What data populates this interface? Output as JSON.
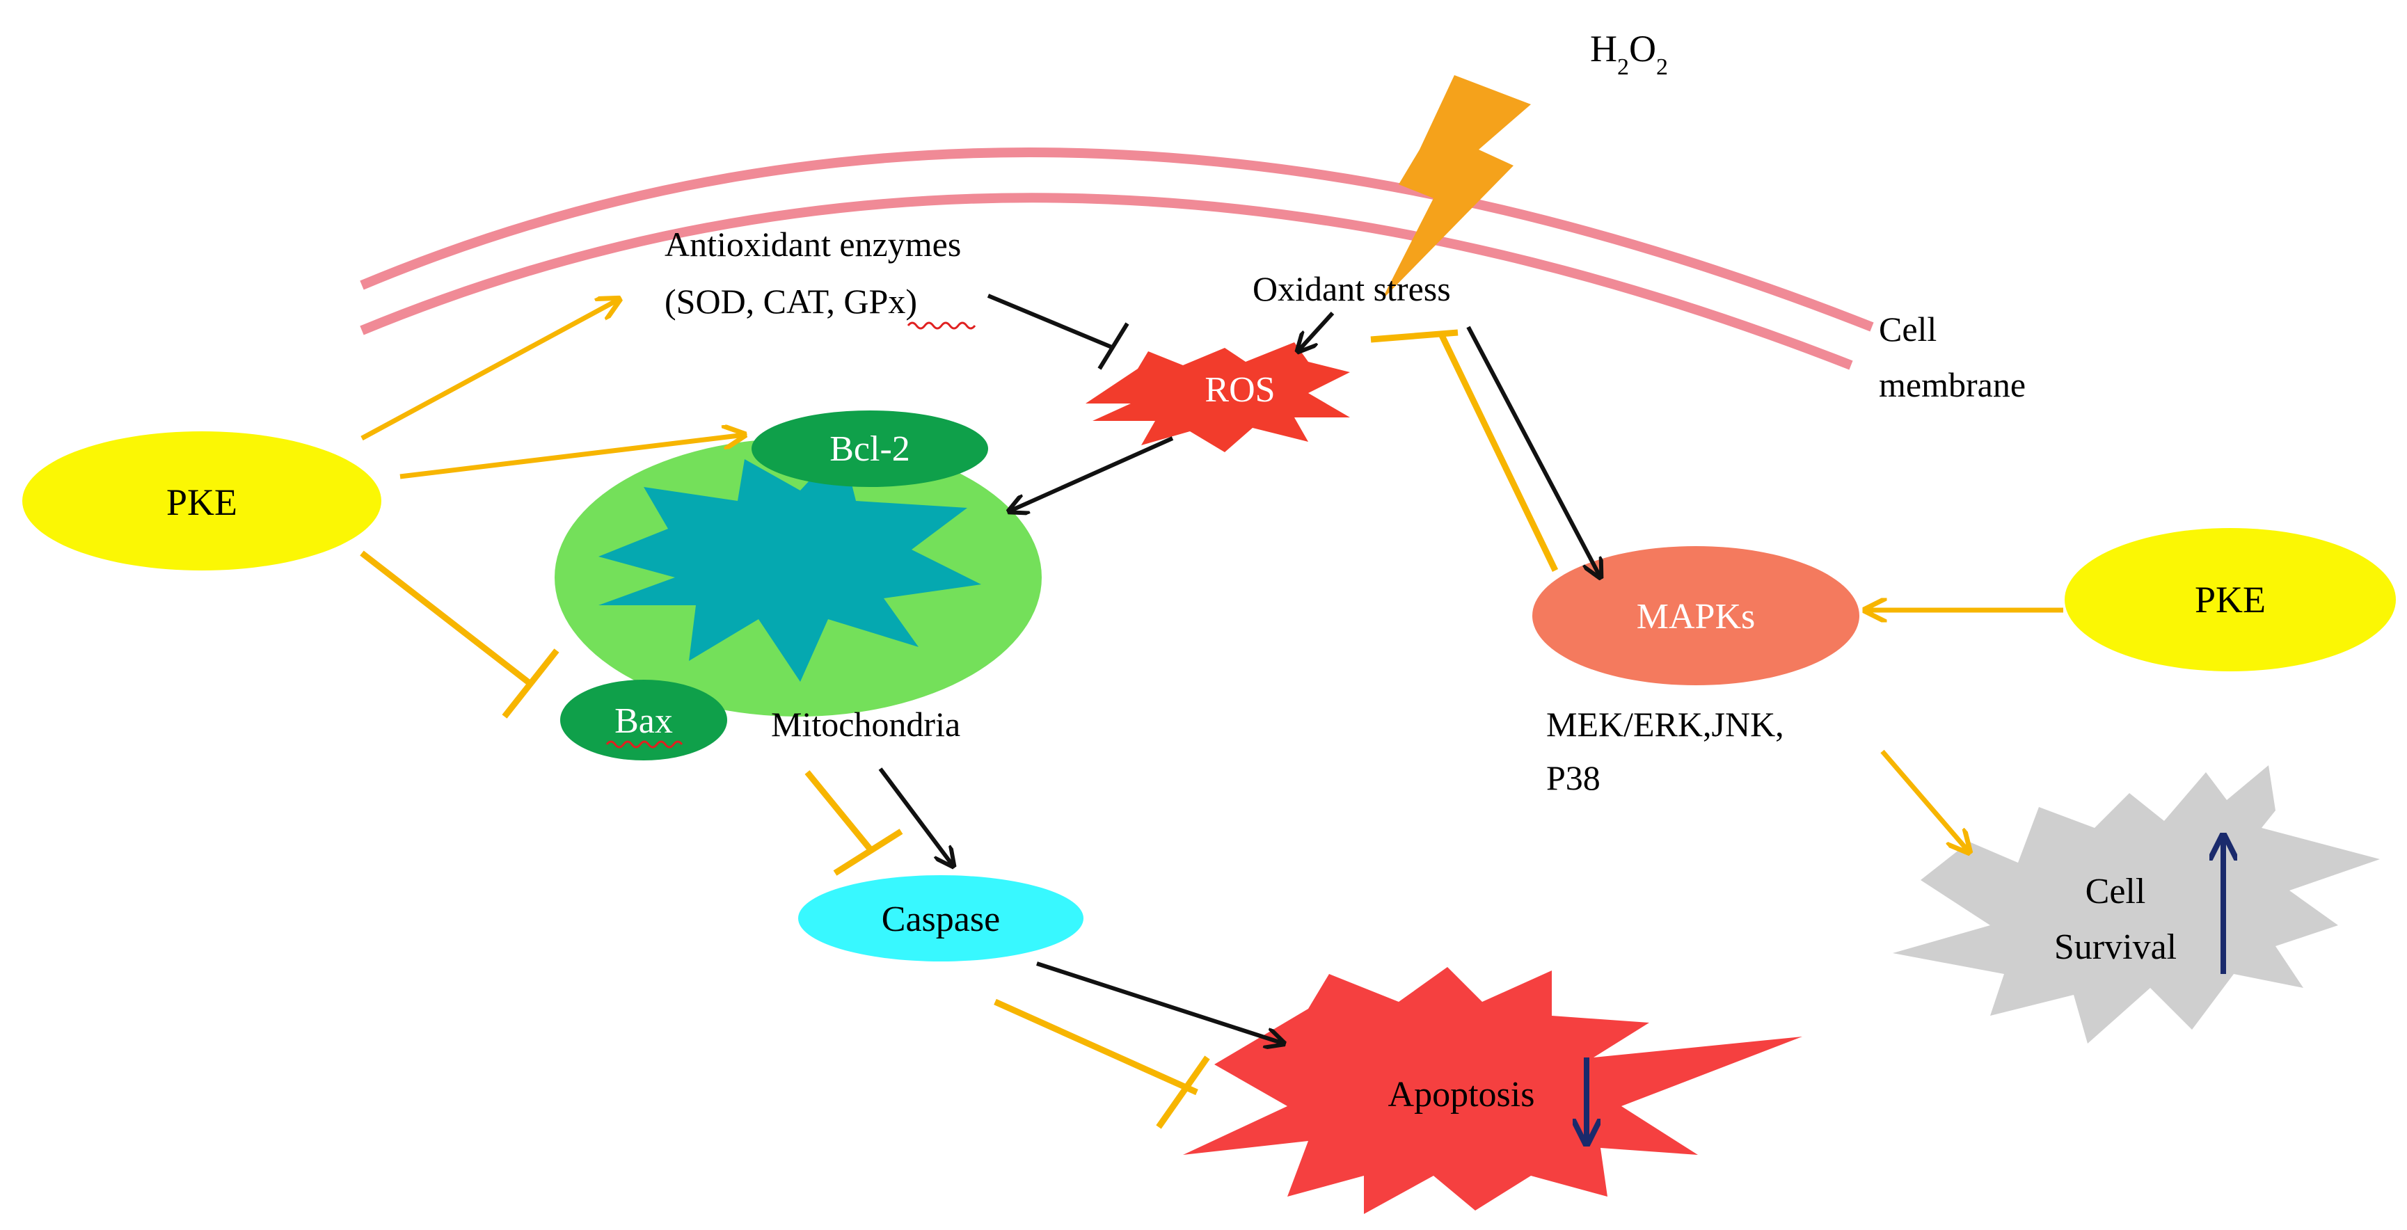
{
  "labels": {
    "h2o2_h": "H",
    "h2o2_sub1": "2",
    "h2o2_o": "O",
    "h2o2_sub2": "2",
    "antioxidant_line1": "Antioxidant enzymes",
    "antioxidant_line2": "(SOD, CAT, GPx)",
    "oxidant_stress": "Oxidant stress",
    "cell_line1": "Cell",
    "cell_line2": "membrane",
    "ros": "ROS",
    "pke_left": "PKE",
    "pke_right": "PKE",
    "bcl2": "Bcl-2",
    "bax": "Bax",
    "mitochondria": "Mitochondria",
    "mapks": "MAPKs",
    "mapk_line1": "MEK/ERK,JNK,",
    "mapk_line2": "P38",
    "caspase": "Caspase",
    "apoptosis": "Apoptosis",
    "survival_line1": "Cell",
    "survival_line2": "Survival"
  },
  "colors": {
    "membrane": "#f08a96",
    "lightning": "#f5a21b",
    "pke": "#fbf704",
    "ros": "#f23c2c",
    "mito_outer": "#74e05a",
    "mito_inner": "#05a8b0",
    "bcl2_bax": "#0fa04a",
    "mapks": "#f47a5e",
    "caspase": "#38f8ff",
    "apoptosis": "#f54040",
    "survival": "#cfcfcf",
    "activation_arrow": "#f7b500",
    "black_arrow": "#111111",
    "up_down_arrow": "#1a2a6c"
  }
}
